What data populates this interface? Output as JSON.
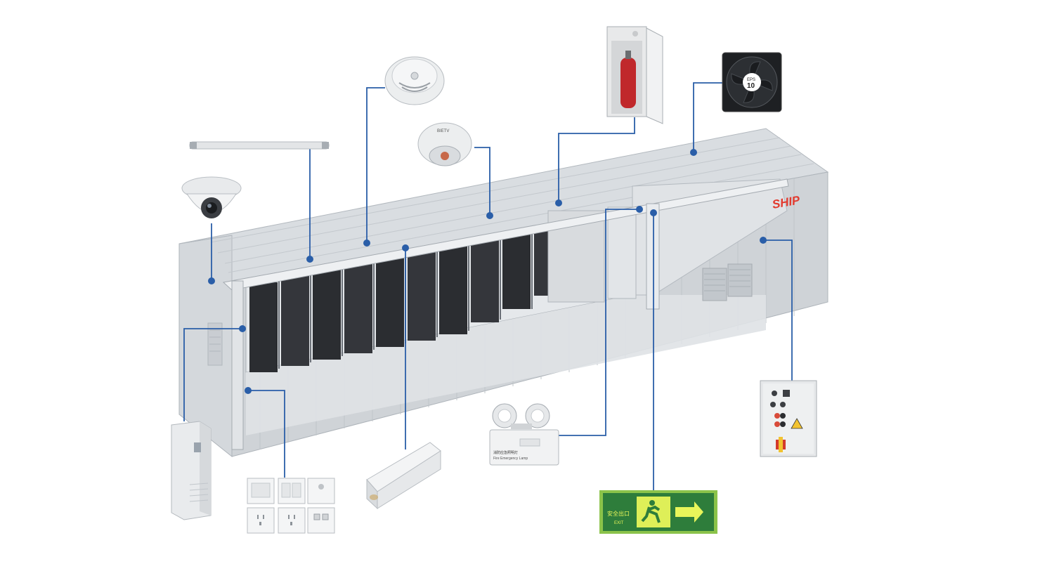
{
  "container": {
    "brand_text": "SHIP",
    "colors": {
      "body": "#c9ced3",
      "frame": "#b8bec4",
      "rack": "#2b2d31",
      "brand": "#e23a2e"
    }
  },
  "callout_color": "#2a5ea8",
  "devices": {
    "fire_extinguisher_cabinet": {
      "icon": "fire-extinguisher-cabinet"
    },
    "exhaust_fan": {
      "icon": "exhaust-fan",
      "label_top": "EPS",
      "label_bottom": "10"
    },
    "smoke_detector": {
      "icon": "smoke-detector"
    },
    "heat_detector": {
      "icon": "heat-detector",
      "label": "BIETV"
    },
    "led_tube_light": {
      "icon": "led-tube-light"
    },
    "dome_camera": {
      "icon": "dome-camera"
    },
    "power_distribution_cabinet": {
      "icon": "power-distribution-cabinet"
    },
    "wall_switches_sockets": {
      "icon": "wall-switches-sockets"
    },
    "cable_trunking": {
      "icon": "cable-trunking"
    },
    "emergency_light": {
      "icon": "emergency-light",
      "label_main": "消防应急照明灯",
      "label_sub": "Fire Emergency Lamp"
    },
    "exit_sign": {
      "icon": "exit-sign",
      "label_cn": "安全出口",
      "label_en": "EXIT",
      "colors": {
        "bg": "#2e7d3b",
        "border": "#8bc34a",
        "glyph": "#e8f55a"
      }
    },
    "control_box": {
      "icon": "control-box"
    }
  }
}
